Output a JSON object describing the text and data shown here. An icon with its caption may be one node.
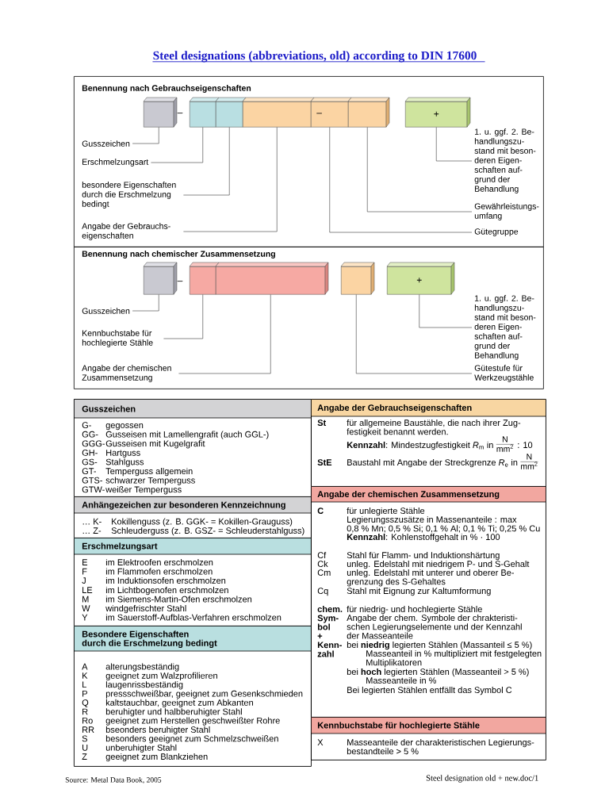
{
  "diagram": {
    "title": "Steel designations (abbreviations, old) according to DIN 17600",
    "nodes": [
      {
        "text": [
          "Benennung nach Gebrauchseigenschaften"
        ]
      },
      {
        "text": [],
        "shape": "box",
        "in": 0
      },
      {
        "text": [],
        "shape": "box",
        "in": 0
      },
      {
        "text": [],
        "shape": "box",
        "in": 0
      },
      {
        "text": [],
        "shape": "box",
        "in": 0
      },
      {
        "text": [
          "–"
        ],
        "in": 0
      },
      {
        "text": [],
        "shape": "box",
        "in": 0
      },
      {
        "text": [
          "+"
        ],
        "in": 0
      },
      {
        "text": [
          "Gusszeichen"
        ],
        "in": 0
      },
      {
        "text": [
          "Erschmelzungsart"
        ],
        "in": 0
      },
      {
        "text": [
          "besondere Eigenschaften durch die Erschmelzung bedingt"
        ],
        "in": 0
      },
      {
        "text": [
          "Angabe der Gebrauchs- eigenschaften"
        ],
        "in": 0
      },
      {
        "text": [
          "1. u. ggf. 2. Be- handlungszu- stand mit beson- deren Eigen- schaften auf- grund der Behandlung"
        ],
        "in": 0
      },
      {
        "text": [
          "Gewährleistungs- umfang"
        ],
        "in": 0
      },
      {
        "text": [
          "Gütegruppe"
        ],
        "in": 0
      },
      {
        "text": [
          "Benennung nach chemischer Zusammensetzung"
        ]
      },
      {
        "text": [],
        "shape": "box",
        "in": 15
      },
      {
        "text": [],
        "shape": "box",
        "in": 15
      },
      {
        "text": [],
        "shape": "box",
        "in": 15
      },
      {
        "text": [],
        "shape": "box",
        "in": 15
      },
      {
        "text": [
          "+"
        ],
        "in": 15
      },
      {
        "text": [
          "Gusszeichen"
        ],
        "in": 15
      },
      {
        "text": [
          "Kennbuchstabe für hochlegierte Stähle"
        ],
        "in": 15
      },
      {
        "text": [
          "Angabe der chemischen Zusammensetzung"
        ],
        "in": 15
      },
      {
        "text": [
          "1. u. ggf. 2. Be- handlungszu- stand mit beson- deren Eigen- schaften auf- grund der Behandlung"
        ],
        "in": 15
      },
      {
        "text": [
          "Gütestufe für Werkzeugstähle"
        ],
        "in": 15
      },
      {
        "text": [
          "Gusszeichen",
          "G-",
          "gegossen",
          "GG-",
          "Gusseisen mit Lamellengrafit (auch GGL-)",
          "GGG-",
          "Gusseisen mit Kugelgrafit",
          "GH-",
          "Hartguss",
          "GS-",
          "Stahlguss",
          "GT-",
          "Temperguss allgemein",
          "GTS-",
          "schwarzer Temperguss",
          "GTW-",
          "weißer Temperguss"
        ]
      },
      {
        "text": [
          "Anhängezeichen zur besonderen Kennzeichnung",
          "… K-",
          "Kokillenguss (z. B. GGK- = Kokillen-Grauguss)",
          "… Z-",
          "Schleuderguss (z. B. GSZ- = Schleuderstahlguss)"
        ]
      },
      {
        "text": [
          "Erschmelzungsart",
          "E",
          "im Elektroofen erschmolzen",
          "F",
          "im Flammofen erschmolzen",
          "J",
          "im Induktionsofen erschmolzen",
          "LE",
          "im Lichtbogenofen erschmolzen",
          "M",
          "im Siemens-Martin-Ofen erschmolzen",
          "W",
          "windgefrischter Stahl",
          "Y",
          "im Sauerstoff-Aufblas-Verfahren erschmolzen"
        ]
      },
      {
        "text": [
          "Besondere Eigenschaften durch die Erschmelzung bedingt",
          "A",
          "alterungsbeständig",
          "K",
          "geeignet zum Walzprofilieren",
          "L",
          "laugenrissbeständig",
          "P",
          "pressschweißbar, geeignet zum Gesenkschmieden",
          "Q",
          "kaltstauchbar, geeignet zum Abkanten",
          "R",
          "beruhigter und halbberuhigter Stahl",
          "Ro",
          "geeignet zum Herstellen geschweißter Rohre",
          "RR",
          "bseonders beruhigter Stahl",
          "S",
          "besonders geeignet zum Schmelzschweißen",
          "U",
          "unberuhigter Stahl",
          "Z",
          "geeignet zum Blankziehen"
        ]
      },
      {
        "text": [
          "Angabe der Gebrauchseigenschaften",
          "St",
          "für allgemeine Baustähle, die nach ihrer Zug- festigkeit benannt werden.",
          "**Kennzahl**: Mindestzugfestigkeit *R*$_{m}$ in",
          "N",
          "mm$^{2}$",
          ": 10",
          "StE",
          "Baustahl mit Angabe der Streckgrenze *R*$_{e}$ in",
          "N",
          "mm$^{2}$"
        ]
      },
      {
        "text": [
          "Angabe der chemischen Zusammensetzung",
          "C",
          "für unlegierte Stähle",
          "Legierungsszusätze in Massenanteile : max 0,8 % Mn; 0,5 % Si; 0,1 % Al; 0,1 % Ti; 0,25 % Cu",
          "**Kennzahl**: Kohlenstoffgehalt in % · 100",
          "Cf",
          "Stahl für Flamm- und Induktionshärtung",
          "Ck",
          "unleg. Edelstahl mit niedrigem P- und S-Gehalt",
          "Cm",
          "unleg. Edelstahl mit unterer und oberer Be- grenzung des S-Gehaltes",
          "Cq",
          "Stahl mit Eignung zur Kaltumformung",
          "chem. Sym- bol + Kenn- zahl",
          "für niedrig- und hochlegierte Stähle",
          "Angabe der chem. Symbole der chrakteristi- schen Legierungselemente und der Kennzahl der Masseanteile",
          "bei **niedrig** legierten Stählen (Massanteil ≤ 5 %)",
          "Masseanteil in % multipliziert mit festgelegten Multiplikatoren",
          "bei **hoch** legierten Stählen (Masseanteil > 5 %)",
          "Masseanteile in %",
          "Bei legierten Stählen entfällt das Symbol C"
        ]
      },
      {
        "text": [
          "Kennbuchstabe für hochlegierte Stähle",
          "X",
          "Masseanteile der charakteristischen Legierungs- bestandteile > 5 %"
        ]
      }
    ],
    "edges": [
      {
        "from": 8,
        "to": 1,
        "arrow": "none"
      },
      {
        "from": 9,
        "to": 2,
        "arrow": "none"
      },
      {
        "from": 10,
        "to": 3,
        "arrow": "none"
      },
      {
        "from": 11,
        "to": 4,
        "arrow": "none"
      },
      {
        "from": 12,
        "to": 7,
        "arrow": "none"
      },
      {
        "from": 13,
        "to": 6,
        "arrow": "none"
      },
      {
        "from": 14,
        "to": 5,
        "arrow": "none"
      },
      {
        "from": 21,
        "to": 16,
        "arrow": "none"
      },
      {
        "from": 22,
        "to": 17,
        "arrow": "none"
      },
      {
        "from": 23,
        "to": 18,
        "arrow": "none"
      },
      {
        "from": 24,
        "to": 20,
        "arrow": "none"
      },
      {
        "from": 25,
        "to": 19,
        "arrow": "none"
      }
    ],
    "labels": [
      "–",
      "–",
      "Source: Metal Data Book, 2005",
      "Steel designation old + new.doc/1"
    ]
  }
}
